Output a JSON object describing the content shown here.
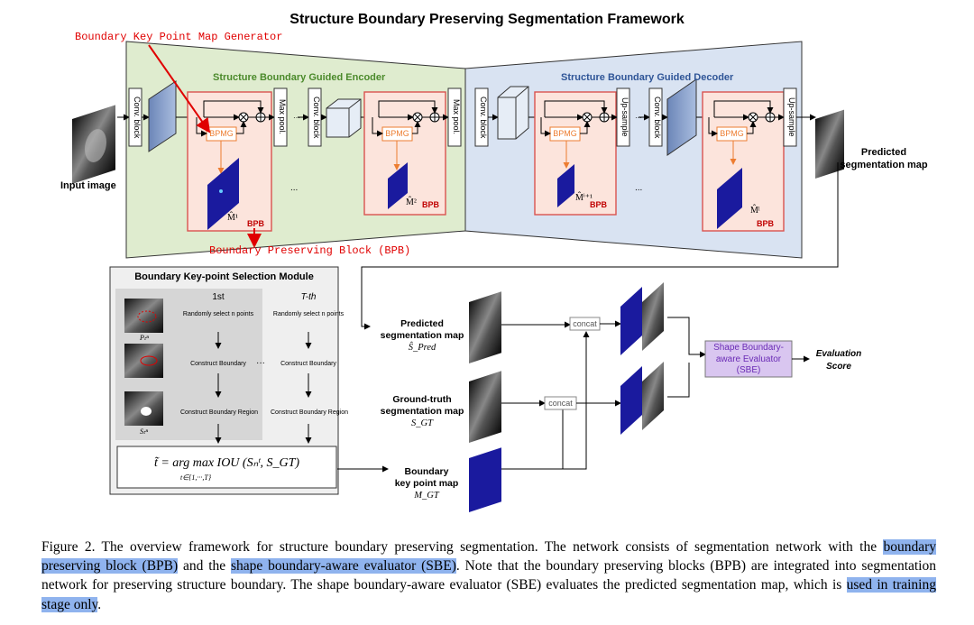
{
  "figure": {
    "title": "Structure Boundary Preserving Segmentation Framework",
    "annotations": {
      "bpmg_gen": "Boundary Key Point Map Generator",
      "bpb_full": "Boundary Preserving Block (BPB)"
    },
    "encoder": {
      "label": "Structure Boundary Guided Encoder",
      "conv_block": "Conv. block",
      "max_pool": "Max pool.",
      "bpmg": "BPMG",
      "bpb": "BPB",
      "map1": "M̂¹",
      "map2": "M̂²",
      "dots": "..."
    },
    "decoder": {
      "label": "Structure Boundary Guided Decoder",
      "conv_block": "Conv. block",
      "up_sample": "Up-sample",
      "bpmg": "BPMG",
      "bpb": "BPB",
      "map_i1": "M̂ⁱ⁺¹",
      "map_l": "M̂ˡ",
      "dots": "..."
    },
    "input_label": "Input image",
    "pred_label_1": "Predicted",
    "pred_label_2": "segmentation map",
    "selection_module": {
      "title": "Boundary Key-point Selection Module",
      "col1": "1st",
      "col2": "T-th",
      "step1": "Randomly select n points",
      "step2": "Construct Boundary",
      "step3": "Construct Boundary Region",
      "mid_dots": "···",
      "p_label": "Pₜⁿ",
      "s_label": "Sₜⁿ",
      "formula": "t̃ = arg max IOU (Sₙᵗ, S_GT)",
      "formula_sub": "t∈{1,···,T}"
    },
    "sbe_section": {
      "pred_1": "Predicted",
      "pred_2": "segmentation map",
      "pred_sym": "Ŝ_Pred",
      "gt_1": "Ground-truth",
      "gt_2": "segmentation map",
      "gt_sym": "S_GT",
      "bkm_1": "Boundary",
      "bkm_2": "key point map",
      "bkm_sym": "M_GT",
      "concat": "concat",
      "sbe_1": "Shape Boundary-",
      "sbe_2": "aware Evaluator",
      "sbe_3": "(SBE)",
      "eval_1": "Evaluation",
      "eval_2": "Score"
    },
    "caption": {
      "p1": "Figure 2. The overview framework for structure boundary preserving segmentation. The network consists of segmentation network with the ",
      "h1": "boundary preserving block (BPB)",
      "p2": " and the ",
      "h2": "shape boundary-aware evaluator (SBE)",
      "p3": ". Note that the boundary preserving blocks (BPB) are integrated into segmentation network for preserving structure boundary. The shape boundary-aware evaluator (SBE) evaluates the predicted segmentation map, which is ",
      "h3": "used in training stage only",
      "p4": "."
    },
    "colors": {
      "encoder_bg": "#dfeccf",
      "decoder_bg": "#d9e3f2",
      "bpb_border": "#d9534f",
      "bpb_fill": "#fce4dc",
      "bpmg_color": "#ed7d31",
      "map_blue": "#1a1a9e",
      "sbe_fill": "#d9c6f0",
      "sbe_text": "#6a2bb5",
      "highlight": "#8fb3ee",
      "annotation_red": "#e00000"
    }
  }
}
